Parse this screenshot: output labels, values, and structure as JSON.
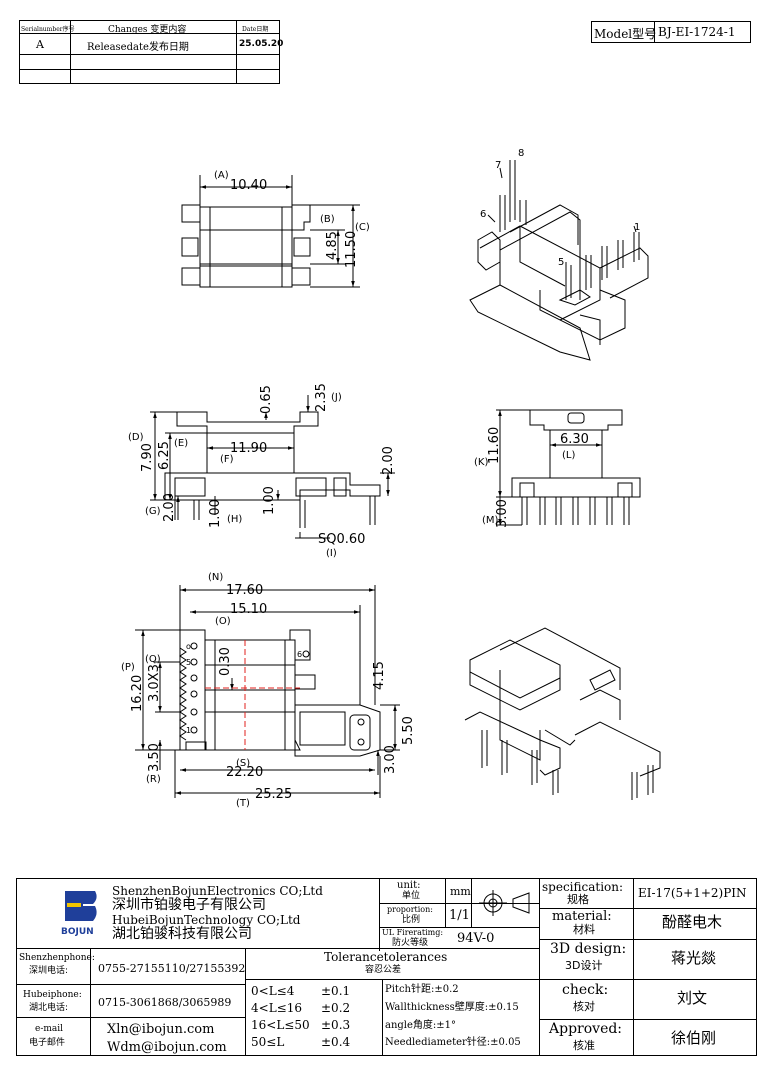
{
  "revision_table": {
    "headers": [
      "Serialnumber序号",
      "Changes 变更内容",
      "Date日期"
    ],
    "rows": [
      [
        "A",
        "Releasedate发布日期",
        "25.05.20"
      ],
      [
        "",
        "",
        ""
      ],
      [
        "",
        "",
        ""
      ]
    ]
  },
  "model": {
    "label": "Model型号",
    "value": "BJ-EI-1724-1"
  },
  "top_view": {
    "dim_A_letter": "(A)",
    "dim_A": "10.40",
    "dim_B_letter": "(B)",
    "dim_B": "4.85",
    "dim_C_letter": "(C)",
    "dim_C": "11.50"
  },
  "iso_pins": [
    "7",
    "8",
    "6",
    "1",
    "5"
  ],
  "front_view": {
    "J_letter": "(J)",
    "J": "2.35",
    "v065": "0.65",
    "D_letter": "(D)",
    "D": "7.90",
    "E_letter": "(E)",
    "E": "6.25",
    "F_letter": "(F)",
    "F": "11.90",
    "v200a": "2.00",
    "G_letter": "(G)",
    "G": "2.00",
    "H_letter": "(H)",
    "H": "1.00",
    "v100": "1.00",
    "I_letter": "(I)",
    "I": "SQ0.60"
  },
  "side_view": {
    "K_letter": "(K)",
    "K": "11.60",
    "L_letter": "(L)",
    "L": "6.30",
    "M_letter": "(M)",
    "M": "3.00"
  },
  "bottom_view": {
    "N_letter": "(N)",
    "N": "17.60",
    "O_letter": "(O)",
    "O": "15.10",
    "P_letter": "(P)",
    "P": "16.20",
    "Q_letter": "(Q)",
    "Q": "3.0X3",
    "v030": "0.30",
    "v415": "4.15",
    "v550": "5.50",
    "v300": "3.00",
    "R_letter": "(R)",
    "R": "3.50",
    "S_letter": "(S)",
    "S": "22.20",
    "T_letter": "(T)",
    "T": "25.25",
    "pin_o": "o",
    "pin_1": "1",
    "pin_5": "5",
    "pin_6": "6"
  },
  "title_block": {
    "logo_text": "BOJUN",
    "company_en_1": "ShenzhenBojunElectronics CO;Ltd",
    "company_cn_1": "深圳市铂骏电子有限公司",
    "company_en_2": "HubeiBojunTechnology CO;Ltd",
    "company_cn_2": "湖北铂骏科技有限公司",
    "unit_label_en": "unit:",
    "unit_label_cn": "单位",
    "unit_value": "mm",
    "proportion_label_en": "proportion:",
    "proportion_label_cn": "比例",
    "proportion_value": "1/1",
    "ul_label_en": "UL Fireratimg:",
    "ul_label_cn": "防火等级",
    "ul_value": "94V-0",
    "spec_label_en": "specification:",
    "spec_label_cn": "规格",
    "spec_value": "EI-17(5+1+2)PIN",
    "material_label_en": "material:",
    "material_label_cn": "材料",
    "material_value": "酚醛电木",
    "design_label_en": "3D design:",
    "design_label_cn": "3D设计",
    "design_value": "蒋光燚",
    "check_label_en": "check:",
    "check_label_cn": "核对",
    "check_value": "刘文",
    "approved_label_en": "Approved:",
    "approved_label_cn": "核准",
    "approved_value": "徐伯刚",
    "sz_phone_label_en": "Shenzhenphone:",
    "sz_phone_label_cn": "深圳电话:",
    "sz_phone": "0755-27155110/27155392",
    "hb_phone_label_en": "Hubeiphone:",
    "hb_phone_label_cn": "湖北电话:",
    "hb_phone": "0715-3061868/3065989",
    "email_label_en": "e-mail",
    "email_label_cn": "电子邮件",
    "email_1": "Xln@ibojun.com",
    "email_2": "Wdm@ibojun.com",
    "tol_title_en": "Tolerancetolerances",
    "tol_title_cn": "容忍公差",
    "tol_rows": [
      [
        "0<L≤4",
        "±0.1"
      ],
      [
        "4<L≤16",
        "±0.2"
      ],
      [
        "16<L≤50",
        "±0.3"
      ],
      [
        "50≤L",
        "±0.4"
      ]
    ],
    "notes": [
      "Pitch针距:±0.2",
      "Wallthickness壁厚度:±0.15",
      "angle角度:±1°",
      "Needlediameter针径:±0.05"
    ]
  },
  "colors": {
    "line": "#000000",
    "centerline": "#e0201e",
    "logo_blue": "#1f3f9a",
    "logo_yellow": "#f2c500"
  }
}
